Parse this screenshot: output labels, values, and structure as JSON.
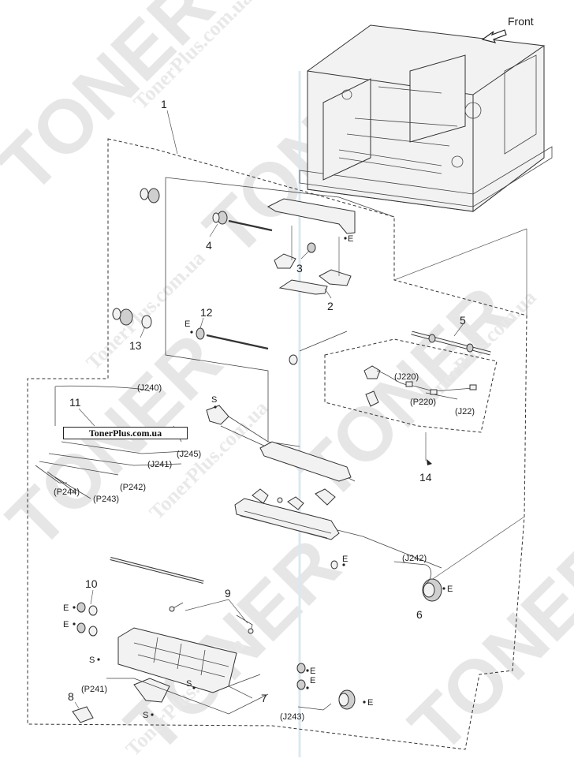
{
  "watermark": {
    "brand": "TONER",
    "url": "TonerPlus.com.ua"
  },
  "banner_text": "TonerPlus.com.ua",
  "direction_label": "Front",
  "part_numbers": [
    "1",
    "2",
    "3",
    "4",
    "5",
    "6",
    "7",
    "8",
    "9",
    "10",
    "11",
    "12",
    "13",
    "14"
  ],
  "connectors": [
    "(J240)",
    "(J241)",
    "(J245)",
    "(P242)",
    "(P243)",
    "(P244)",
    "(J220)",
    "(P220)",
    "(J22)",
    "(J242)",
    "(P241)",
    "(J243)"
  ],
  "markers": {
    "e_ring": "E",
    "screw": "S"
  },
  "colors": {
    "ink": "#333333",
    "watermark": "#e6e6e6",
    "background": "#ffffff"
  }
}
